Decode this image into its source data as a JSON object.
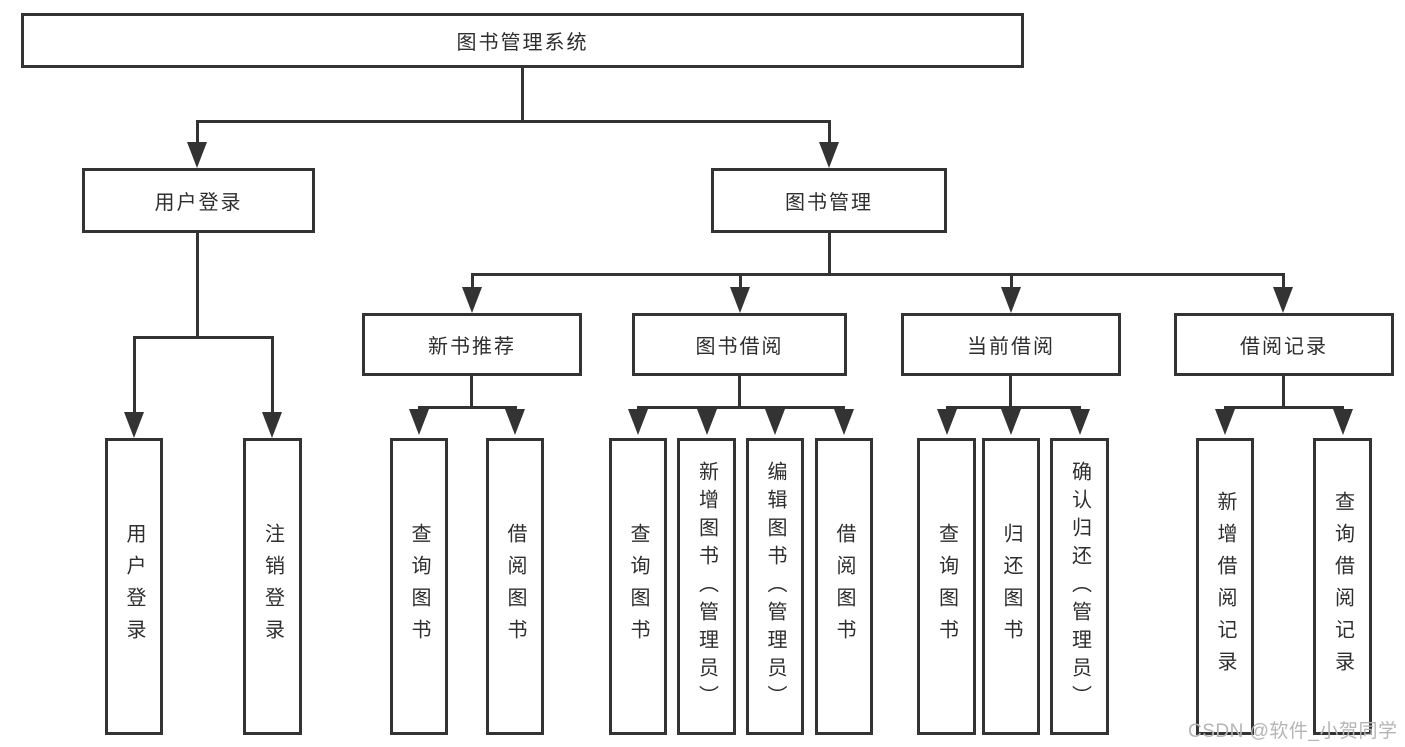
{
  "diagram": {
    "title": "图书管理系统",
    "root": {
      "label": "图书管理系统"
    },
    "branches": [
      {
        "label": "用户登录"
      },
      {
        "label": "图书管理"
      }
    ],
    "sections": [
      {
        "label": "新书推荐",
        "parent": "图书管理"
      },
      {
        "label": "图书借阅",
        "parent": "图书管理"
      },
      {
        "label": "当前借阅",
        "parent": "图书管理"
      },
      {
        "label": "借阅记录",
        "parent": "图书管理"
      }
    ],
    "leaves": [
      {
        "label": "用户登录",
        "parent": "用户登录"
      },
      {
        "label": "注销登录",
        "parent": "用户登录"
      },
      {
        "label": "查询图书",
        "parent": "新书推荐"
      },
      {
        "label": "借阅图书",
        "parent": "新书推荐"
      },
      {
        "label": "查询图书",
        "parent": "图书借阅"
      },
      {
        "label": "新增图书（管理员）",
        "parent": "图书借阅"
      },
      {
        "label": "编辑图书（管理员）",
        "parent": "图书借阅"
      },
      {
        "label": "借阅图书",
        "parent": "图书借阅"
      },
      {
        "label": "查询图书",
        "parent": "当前借阅"
      },
      {
        "label": "归还图书",
        "parent": "当前借阅"
      },
      {
        "label": "确认归还（管理员）",
        "parent": "当前借阅"
      },
      {
        "label": "新增借阅记录",
        "parent": "借阅记录"
      },
      {
        "label": "查询借阅记录",
        "parent": "借阅记录"
      }
    ]
  },
  "watermark": {
    "text": "CSDN @软件_小贺同学"
  },
  "colors": {
    "line": "#333333",
    "text": "#2e2e2e",
    "watermark": "#b5b5b5",
    "background": "#ffffff"
  }
}
